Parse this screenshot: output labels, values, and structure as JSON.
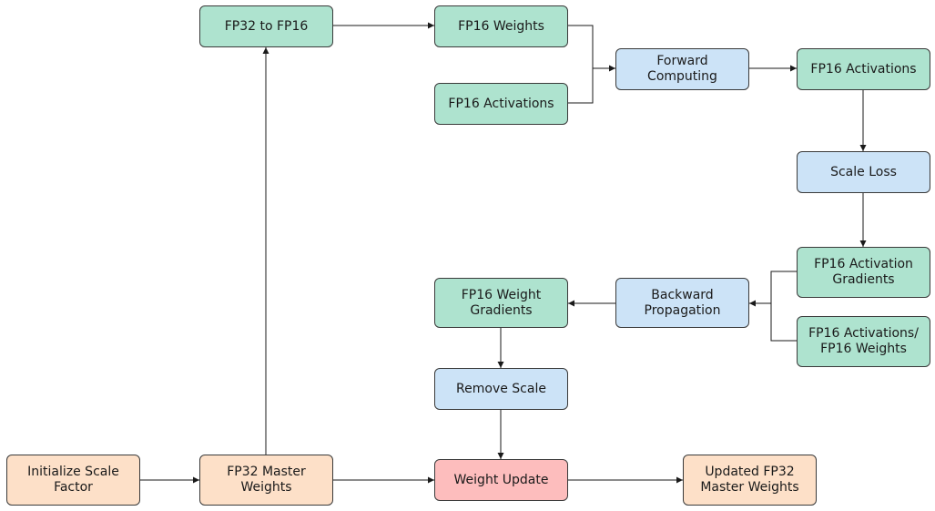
{
  "diagram": {
    "nodes": {
      "fp32_to_fp16": {
        "label": "FP32 to FP16",
        "color": "#aee3cf"
      },
      "fp16_weights": {
        "label": "FP16 Weights",
        "color": "#aee3cf"
      },
      "fp16_activations_in": {
        "label": "FP16 Activations",
        "color": "#aee3cf"
      },
      "forward_computing": {
        "label": "Forward Computing",
        "color": "#cce3f7"
      },
      "fp16_activations_out": {
        "label": "FP16 Activations",
        "color": "#aee3cf"
      },
      "scale_loss": {
        "label": "Scale Loss",
        "color": "#cce3f7"
      },
      "fp16_activation_gradients": {
        "label": "FP16 Activation\nGradients",
        "color": "#aee3cf"
      },
      "fp16_activations_weights": {
        "label": "FP16 Activations/\nFP16 Weights",
        "color": "#aee3cf"
      },
      "backward_propagation": {
        "label": "Backward\nPropagation",
        "color": "#cce3f7"
      },
      "fp16_weight_gradients": {
        "label": "FP16 Weight\nGradients",
        "color": "#aee3cf"
      },
      "remove_scale": {
        "label": "Remove Scale",
        "color": "#cce3f7"
      },
      "initialize_scale_factor": {
        "label": "Initialize Scale\nFactor",
        "color": "#fde0c8"
      },
      "fp32_master_weights": {
        "label": "FP32 Master\nWeights",
        "color": "#fde0c8"
      },
      "weight_update": {
        "label": "Weight Update",
        "color": "#fdbdbd"
      },
      "updated_fp32_master_weights": {
        "label": "Updated FP32\nMaster Weights",
        "color": "#fde0c8"
      }
    },
    "edges": [
      [
        "initialize_scale_factor",
        "fp32_master_weights"
      ],
      [
        "fp32_master_weights",
        "fp32_to_fp16"
      ],
      [
        "fp32_to_fp16",
        "fp16_weights"
      ],
      [
        "fp16_weights",
        "forward_computing"
      ],
      [
        "fp16_activations_in",
        "forward_computing"
      ],
      [
        "forward_computing",
        "fp16_activations_out"
      ],
      [
        "fp16_activations_out",
        "scale_loss"
      ],
      [
        "scale_loss",
        "fp16_activation_gradients"
      ],
      [
        "fp16_activation_gradients",
        "backward_propagation"
      ],
      [
        "fp16_activations_weights",
        "backward_propagation"
      ],
      [
        "backward_propagation",
        "fp16_weight_gradients"
      ],
      [
        "fp16_weight_gradients",
        "remove_scale"
      ],
      [
        "remove_scale",
        "weight_update"
      ],
      [
        "fp32_master_weights",
        "weight_update"
      ],
      [
        "weight_update",
        "updated_fp32_master_weights"
      ]
    ]
  }
}
